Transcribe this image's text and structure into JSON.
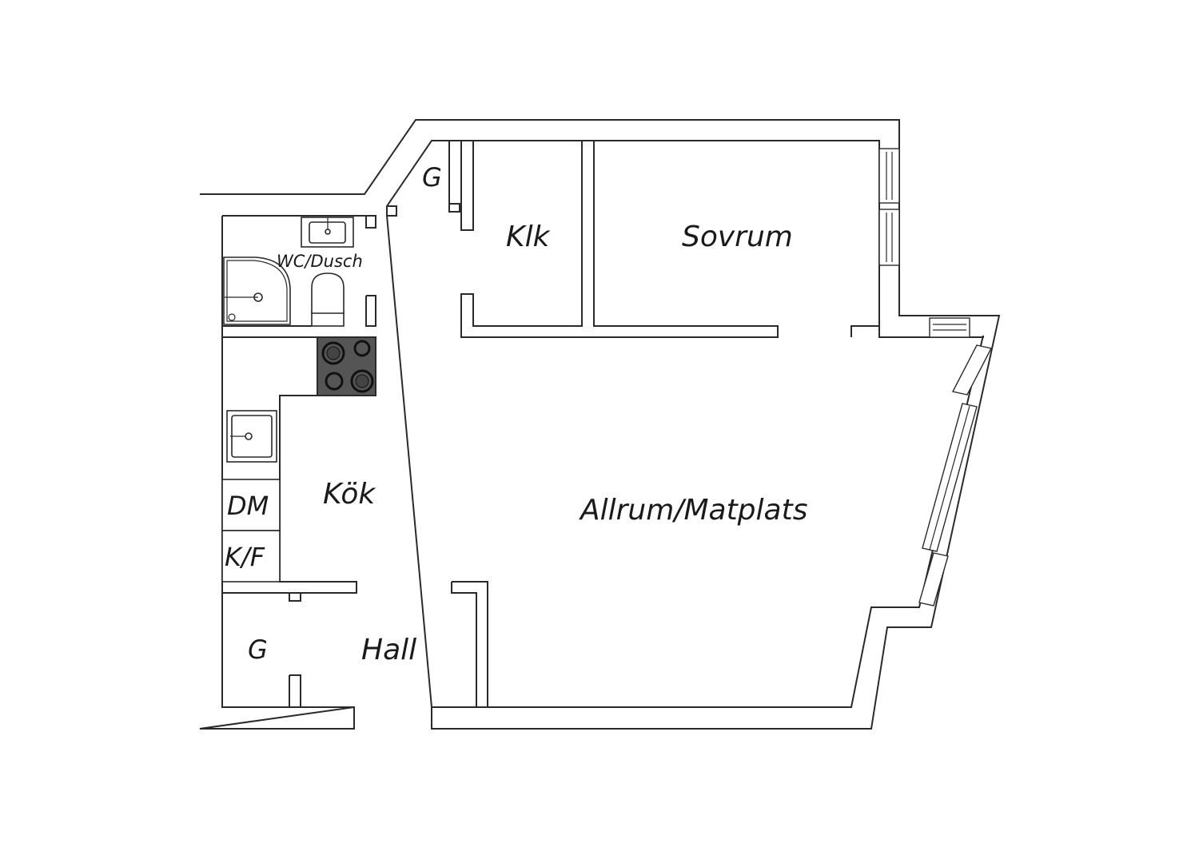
{
  "rooms": {
    "storage_top": "G",
    "closet": "Klk",
    "bedroom": "Sovrum",
    "bathroom": "WC/Dusch",
    "kitchen": "Kök",
    "living": "Allrum/Matplats",
    "hall": "Hall",
    "storage_hall": "G"
  },
  "appliances": {
    "dishwasher": "DM",
    "fridge_freezer": "K/F"
  },
  "fixture_icons": [
    "bath-sink-icon",
    "toilet-icon",
    "shower-icon",
    "stove-icon",
    "kitchen-sink-icon",
    "window-icon"
  ],
  "colors": {
    "wall": "#2a2a2a",
    "stove": "#555555",
    "background": "#ffffff"
  }
}
